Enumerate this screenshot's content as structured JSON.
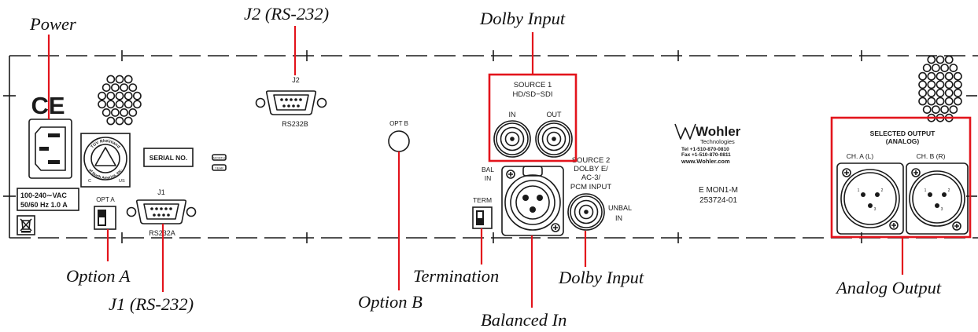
{
  "callouts": {
    "power": "Power",
    "j2": "J2 (RS-232)",
    "dolby_input_top": "Dolby Input",
    "option_a": "Option A",
    "j1": "J1 (RS-232)",
    "option_b": "Option B",
    "termination": "Termination",
    "balanced_in": "Balanced In",
    "dolby_input_bottom": "Dolby Input",
    "analog_output": "Analog Output"
  },
  "panel": {
    "ce_mark": "CE",
    "power_rating": [
      "100-240∼VAC",
      "50/60 Hz 1.0 A"
    ],
    "tuv": {
      "top": "TÜV Rheinland",
      "bottom": "of North America, Inc.",
      "c": "C",
      "us": "US"
    },
    "weee_icon": "crossed-bin-icon",
    "serial_no": "SERIAL NO.",
    "month": "MONTH",
    "year": "YEAR",
    "opt_a": "OPT A",
    "j1": {
      "label": "J1",
      "name": "RS232A"
    },
    "j2": {
      "label": "J2",
      "name": "RS232B"
    },
    "opt_b": "OPT B",
    "source1": {
      "line1": "SOURCE 1",
      "line2": "HD/SD−SDI",
      "in": "IN",
      "out": "OUT"
    },
    "bal_in": [
      "BAL",
      "IN"
    ],
    "term": "TERM",
    "source2": [
      "SOURCE 2",
      "DOLBY E/",
      "AC-3/",
      "PCM INPUT"
    ],
    "unbal_in": [
      "UNBAL",
      "IN"
    ],
    "wohler": {
      "name": "Wohler",
      "sub": "Technologies",
      "tel": "Tel +1-510-870-0810",
      "fax": "Fax +1-510-870-0811",
      "web": "www.Wohler.com"
    },
    "model": "E MON1-M",
    "part_no": "253724-01",
    "selected_output": [
      "SELECTED OUTPUT",
      "(ANALOG)"
    ],
    "ch_a": "CH. A (L)",
    "ch_b": "CH. B (R)",
    "xlr_pins": [
      "1",
      "2",
      "3"
    ]
  },
  "colors": {
    "callout": "#e3141c",
    "ink": "#1a1a1a"
  }
}
